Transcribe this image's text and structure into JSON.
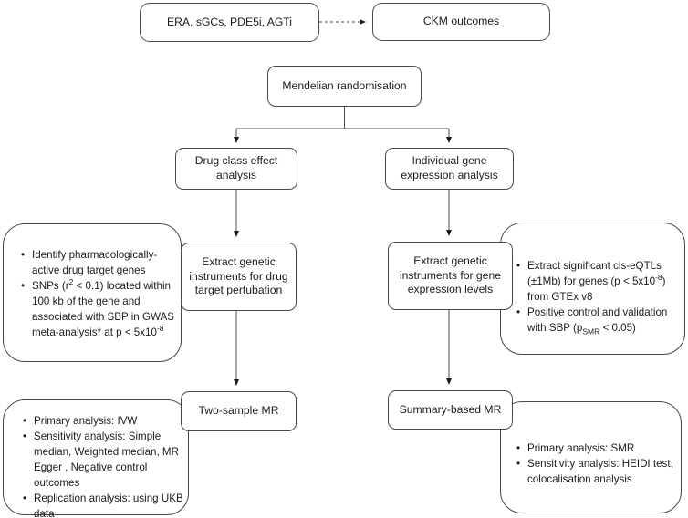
{
  "colors": {
    "background": "#ffffff",
    "box_border": "#4a4a4a",
    "line": "#4d4d4d",
    "arrowhead": "#1a1a1a",
    "text": "#1c1c1c"
  },
  "flow": {
    "exposures_label": "ERA, sGCs, PDE5i, AGTi",
    "outcomes_label": "CKM outcomes",
    "method_label": "Mendelian randomisation",
    "drug_branch": {
      "title": "Drug class effect analysis",
      "extract_step": "Extract genetic instruments for drug target pertubation",
      "mr_step": "Two-sample MR",
      "instrument_notes": [
        "Identify pharmacologically-active drug target genes",
        "SNPs (r^{2} < 0.1) located within 100 kb of the gene and associated with SBP in GWAS meta-analysis* at p < 5x10^{-8}"
      ],
      "analysis_notes": [
        "Primary analysis: IVW",
        "Sensitivity analysis: Simple median, Weighted median, MR Egger , Negative control outcomes",
        "Replication analysis: using UKB data"
      ]
    },
    "gene_branch": {
      "title": "Individual gene expression analysis",
      "extract_step": "Extract genetic instruments for gene expression levels",
      "mr_step": "Summary-based MR",
      "instrument_notes": [
        "Extract significant cis-eQTLs (±1Mb) for genes (p < 5x10^{-8}) from GTEx v8",
        "Positive control and validation with SBP (p_{SMR} < 0.05)"
      ],
      "analysis_notes": [
        "Primary analysis: SMR",
        "Sensitivity analysis: HEIDI test, colocalisation analysis"
      ]
    }
  }
}
